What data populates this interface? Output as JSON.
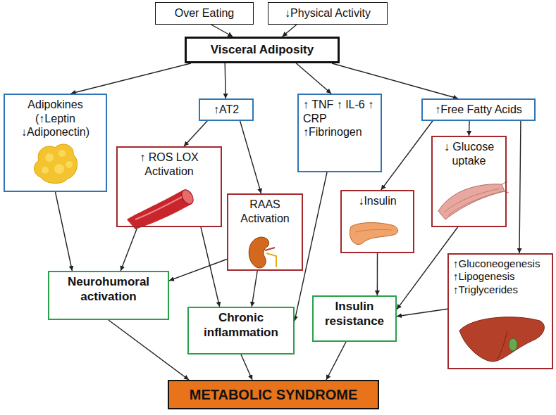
{
  "diagram": {
    "nodes": [
      {
        "text": [
          "Over Eating"
        ]
      },
      {
        "text": [
          "↓Physical Activity"
        ]
      },
      {
        "text": [
          "Visceral Adiposity"
        ]
      },
      {
        "text": [
          "Adipokines (↑Leptin ↓Adiponectin)"
        ]
      },
      {
        "text": [
          "↑AT2"
        ]
      },
      {
        "text": [
          "↑ TNF ↑ IL-6 ↑ CRP ↑Fibrinogen"
        ]
      },
      {
        "text": [
          "↑Free Fatty Acids"
        ]
      },
      {
        "text": [
          "↑ ROS LOX Activation"
        ]
      },
      {
        "text": [
          "RAAS Activation"
        ]
      },
      {
        "text": [
          "↓Insulin"
        ]
      },
      {
        "text": [
          "↓ Glucose uptake"
        ]
      },
      {
        "text": [
          "↑Gluconeogenesis ↑Lipogenesis ↑Triglycerides"
        ]
      },
      {
        "text": [
          "Neurohumoral activation"
        ]
      },
      {
        "text": [
          "Chronic inflammation"
        ]
      },
      {
        "text": [
          "Insulin resistance"
        ]
      },
      {
        "text": [
          "METABOLIC SYNDROME"
        ]
      }
    ],
    "edges": [
      {
        "from": 0,
        "to": 2,
        "arrow": "to"
      },
      {
        "from": 1,
        "to": 2,
        "arrow": "to"
      },
      {
        "from": 2,
        "to": 3,
        "arrow": "to"
      },
      {
        "from": 2,
        "to": 4,
        "arrow": "to"
      },
      {
        "from": 2,
        "to": 5,
        "arrow": "to"
      },
      {
        "from": 2,
        "to": 6,
        "arrow": "to"
      },
      {
        "from": 3,
        "to": 12,
        "arrow": "to"
      },
      {
        "from": 4,
        "to": 7,
        "arrow": "to"
      },
      {
        "from": 4,
        "to": 8,
        "arrow": "to"
      },
      {
        "from": 5,
        "to": 13,
        "arrow": "to"
      },
      {
        "from": 6,
        "to": 9,
        "arrow": "to"
      },
      {
        "from": 6,
        "to": 10,
        "arrow": "to"
      },
      {
        "from": 6,
        "to": 11,
        "arrow": "to"
      },
      {
        "from": 7,
        "to": 12,
        "arrow": "to"
      },
      {
        "from": 7,
        "to": 13,
        "arrow": "to"
      },
      {
        "from": 8,
        "to": 12,
        "arrow": "to"
      },
      {
        "from": 8,
        "to": 13,
        "arrow": "to"
      },
      {
        "from": 9,
        "to": 14,
        "arrow": "to"
      },
      {
        "from": 10,
        "to": 14,
        "arrow": "to"
      },
      {
        "from": 11,
        "to": 14,
        "arrow": "to"
      },
      {
        "from": 12,
        "to": 15,
        "arrow": "to"
      },
      {
        "from": 13,
        "to": 15,
        "arrow": "to"
      },
      {
        "from": 14,
        "to": 15,
        "arrow": "to"
      }
    ]
  }
}
